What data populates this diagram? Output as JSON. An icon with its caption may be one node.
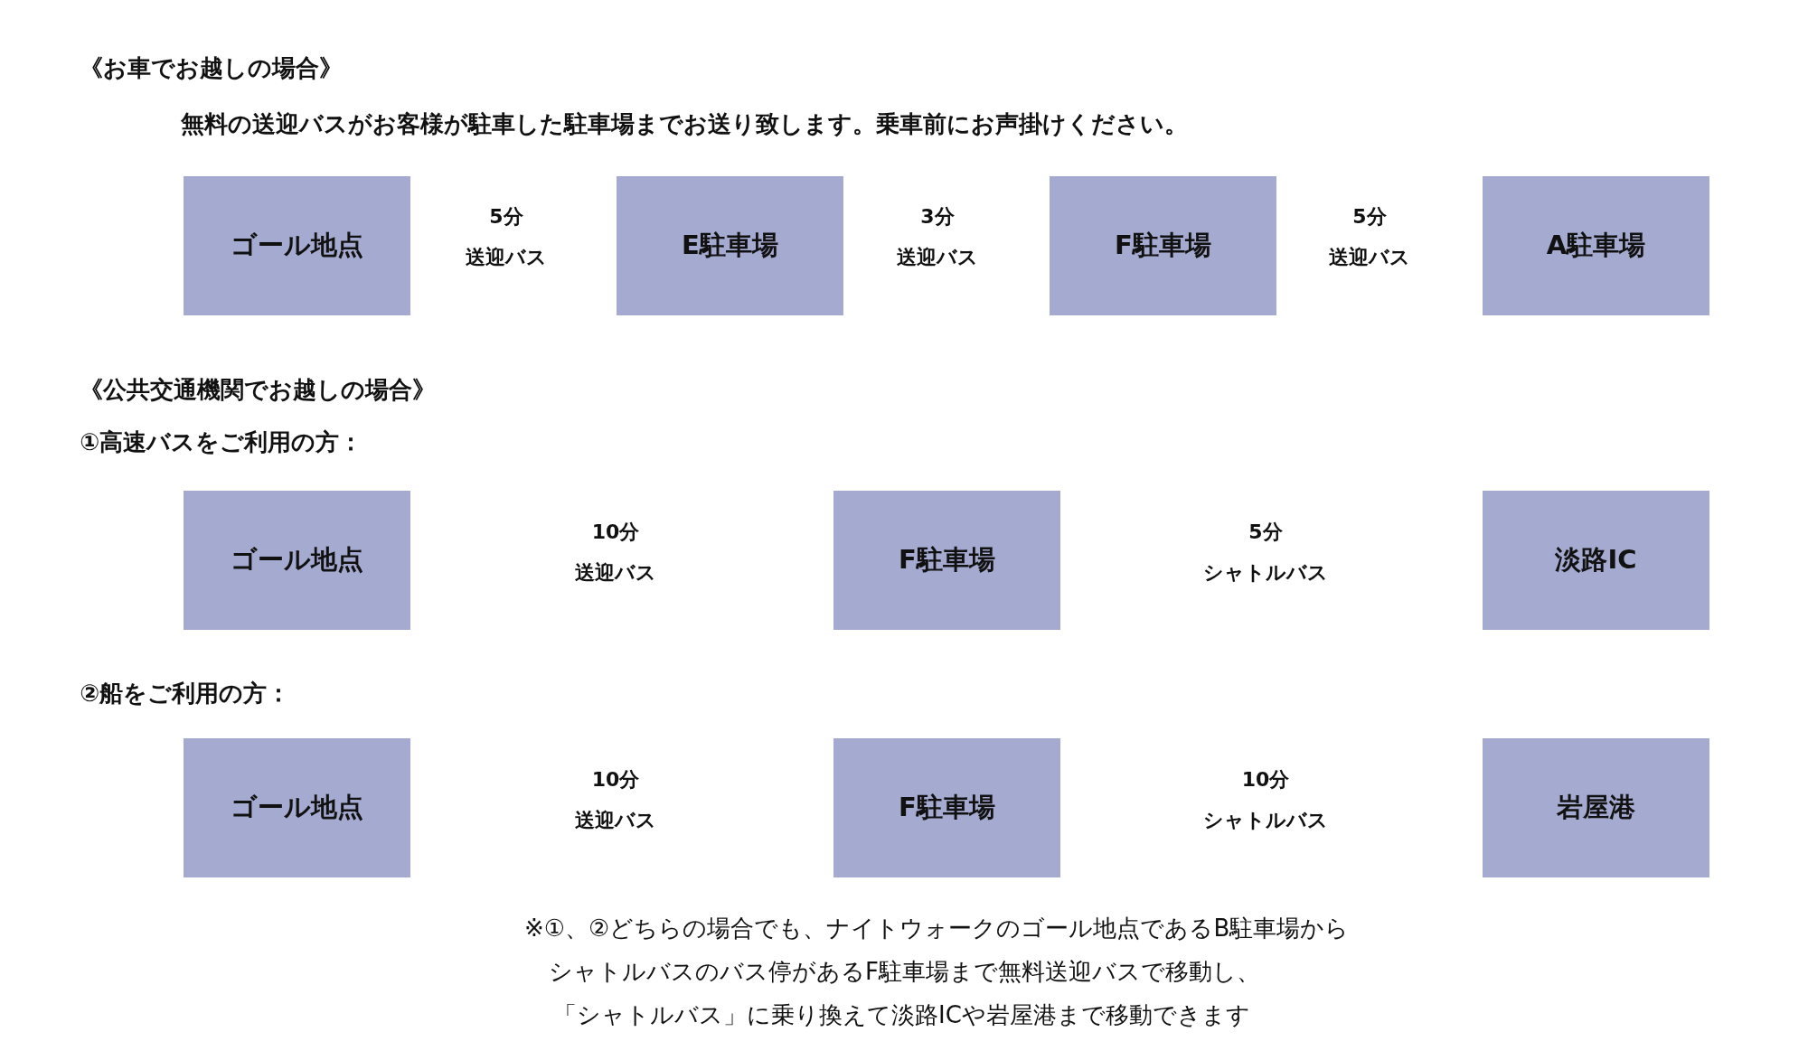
{
  "diagram": {
    "nodes": [
      {
        "text": [
          "ゴール地点"
        ]
      },
      {
        "text": [
          "E駐車場"
        ]
      },
      {
        "text": [
          "F駐車場"
        ]
      },
      {
        "text": [
          "A駐車場"
        ]
      },
      {
        "text": [
          "ゴール地点"
        ]
      },
      {
        "text": [
          "F駐車場"
        ]
      },
      {
        "text": [
          "淡路IC"
        ]
      },
      {
        "text": [
          "ゴール地点"
        ]
      },
      {
        "text": [
          "F駐車場"
        ]
      },
      {
        "text": [
          "岩屋港"
        ]
      }
    ],
    "labels": [
      "《お車でお越しの場合》",
      "無料の送迎バスがお客様が駐車した駐車場までお送り致します。乗車前にお声掛けください。",
      "5分",
      "送迎バス",
      "3分",
      "送迎バス",
      "5分",
      "送迎バス",
      "《公共交通機関でお越しの場合》",
      "①高速バスをご利用の方：",
      "10分",
      "送迎バス",
      "5分",
      "シャトルバス",
      "②船をご利用の方：",
      "10分",
      "送迎バス",
      "10分",
      "シャトルバス",
      "※①、②どちらの場合でも、ナイトウォークのゴール地点であるB駐車場から",
      "シャトルバスのバス停があるF駐車場まで無料送迎バスで移動し、",
      "「シャトルバス」に乗り換えて淡路ICや岩屋港まで移動できます"
    ]
  }
}
